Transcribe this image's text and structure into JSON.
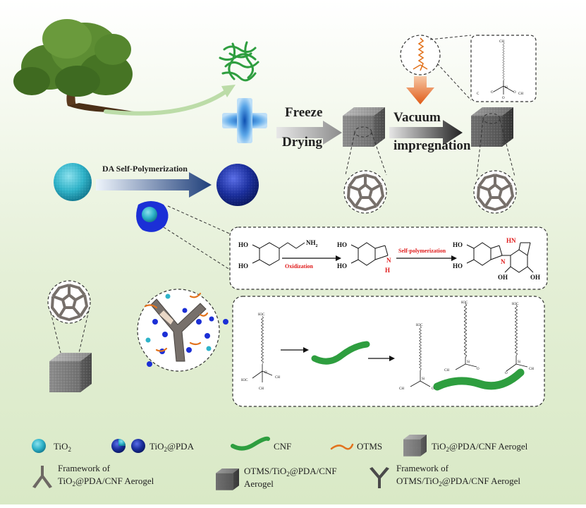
{
  "process": {
    "freeze": "Freeze",
    "drying": "Drying",
    "vacuum": "Vacuum",
    "impregnation": "impregnation",
    "da_polymerization": "DA Self-Polymerization"
  },
  "reaction": {
    "oxidization": "Oxidization",
    "self_polymerization": "Self-polymerization",
    "ho": "HO",
    "oh": "OH",
    "nh2": "NH",
    "nh2_sub": "2",
    "n": "N",
    "h": "H",
    "hn": "HN"
  },
  "silane": {
    "h3c": "H",
    "h3c_sub": "3",
    "c": "C",
    "ch3": "CH",
    "o": "O",
    "si": "Si"
  },
  "legend": {
    "tio2": "TiO",
    "tio2_sub": "2",
    "tio2_pda": "TiO",
    "tio2_pda_sub": "2",
    "tio2_pda_rest": "@PDA",
    "cnf": "CNF",
    "otms": "OTMS",
    "aerogel1_a": "TiO",
    "aerogel1_sub": "2",
    "aerogel1_b": "@PDA/CNF Aerogel",
    "framework1_line1": "Framework of",
    "framework1_line2_a": "TiO",
    "framework1_line2_sub": "2",
    "framework1_line2_b": "@PDA/CNF Aerogel",
    "aerogel2_line1_a": "OTMS/TiO",
    "aerogel2_line1_sub": "2",
    "aerogel2_line1_b": "@PDA/CNF",
    "aerogel2_line2": "Aerogel",
    "framework2_line1": "Framework of",
    "framework2_line2_a": "OTMS/TiO",
    "framework2_line2_sub": "2",
    "framework2_line2_b": "@PDA/CNF Aerogel"
  },
  "colors": {
    "tio2": "#2fb3c9",
    "pda": "#1b2f9e",
    "cnf": "#2e9e3f",
    "otms": "#e2731e",
    "framework": "#6d6863",
    "reaction_red": "#e01a1a"
  }
}
